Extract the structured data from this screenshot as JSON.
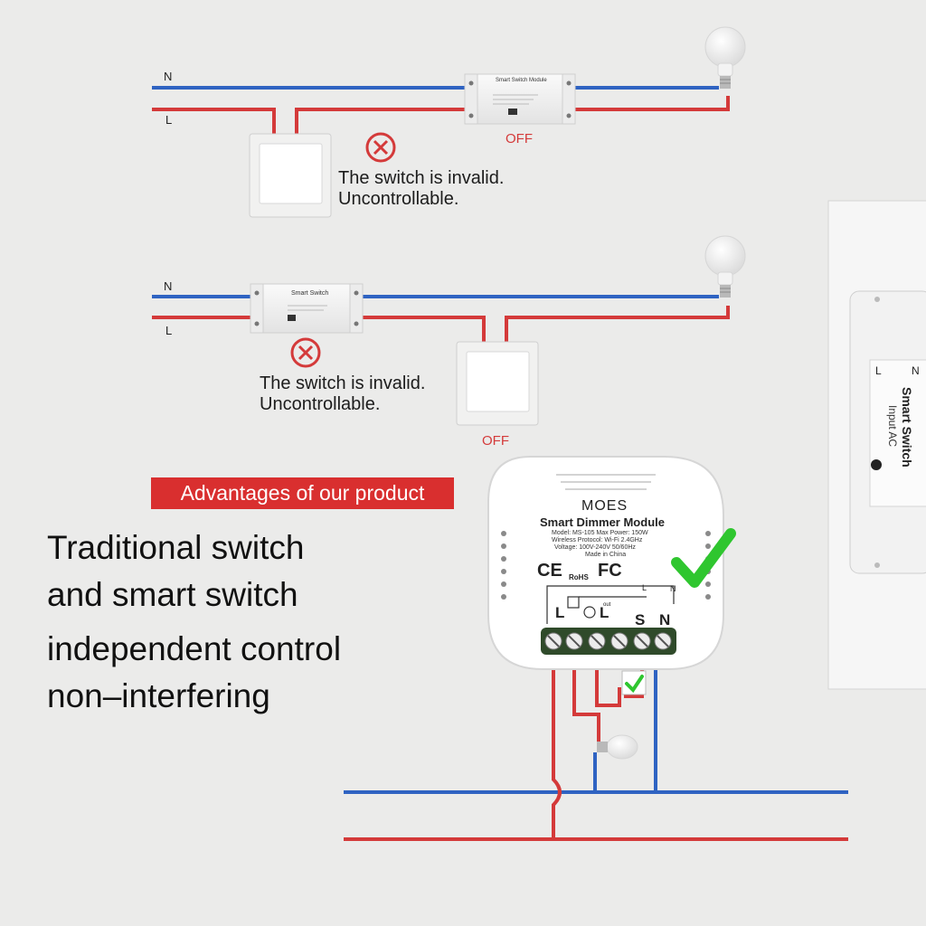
{
  "colors": {
    "neutral": "#2f63c2",
    "live": "#d43a3a",
    "banner": "#d92f2f",
    "ok": "#2fc62f"
  },
  "diagram1": {
    "n_label": "N",
    "l_label": "L",
    "module_title": "Smart Switch Module",
    "status": "OFF",
    "message_line1": "The switch is invalid.",
    "message_line2": "Uncontrollable.",
    "icons": {
      "error": "x-circle-icon",
      "bulb": "light-bulb-icon"
    }
  },
  "diagram2": {
    "n_label": "N",
    "l_label": "L",
    "module_title": "Smart Switch",
    "status": "OFF",
    "message_line1": "The switch is invalid.",
    "message_line2": "Uncontrollable.",
    "icons": {
      "error": "x-circle-icon",
      "bulb": "light-bulb-icon"
    }
  },
  "advantage": {
    "banner": "Advantages of our product",
    "line1": "Traditional switch",
    "line2": "and smart switch",
    "line3": "independent control",
    "line4": "non–interfering"
  },
  "dimmer": {
    "brand": "MOES",
    "title": "Smart Dimmer Module",
    "spec1": "Model: MS-105  Max Power: 150W",
    "spec2": "Wireless Protocol: Wi-Fi  2.4GHz",
    "spec3": "Voltage: 100V-240V  50/60Hz",
    "spec4": "Made in China",
    "cert_ce": "CE",
    "cert_rohs": "RoHS",
    "cert_fc": "FC",
    "terminal_l1": "L",
    "terminal_l2": "L",
    "terminal_s": "S",
    "terminal_n": "N",
    "small_l": "L",
    "small_n": "N",
    "small_out": "out",
    "icons": {
      "check": "check-mark-icon",
      "bulb": "light-bulb-icon"
    }
  },
  "side_module": {
    "title": "Smart Switch",
    "subtitle": "Input AC",
    "l": "L",
    "n": "N"
  }
}
